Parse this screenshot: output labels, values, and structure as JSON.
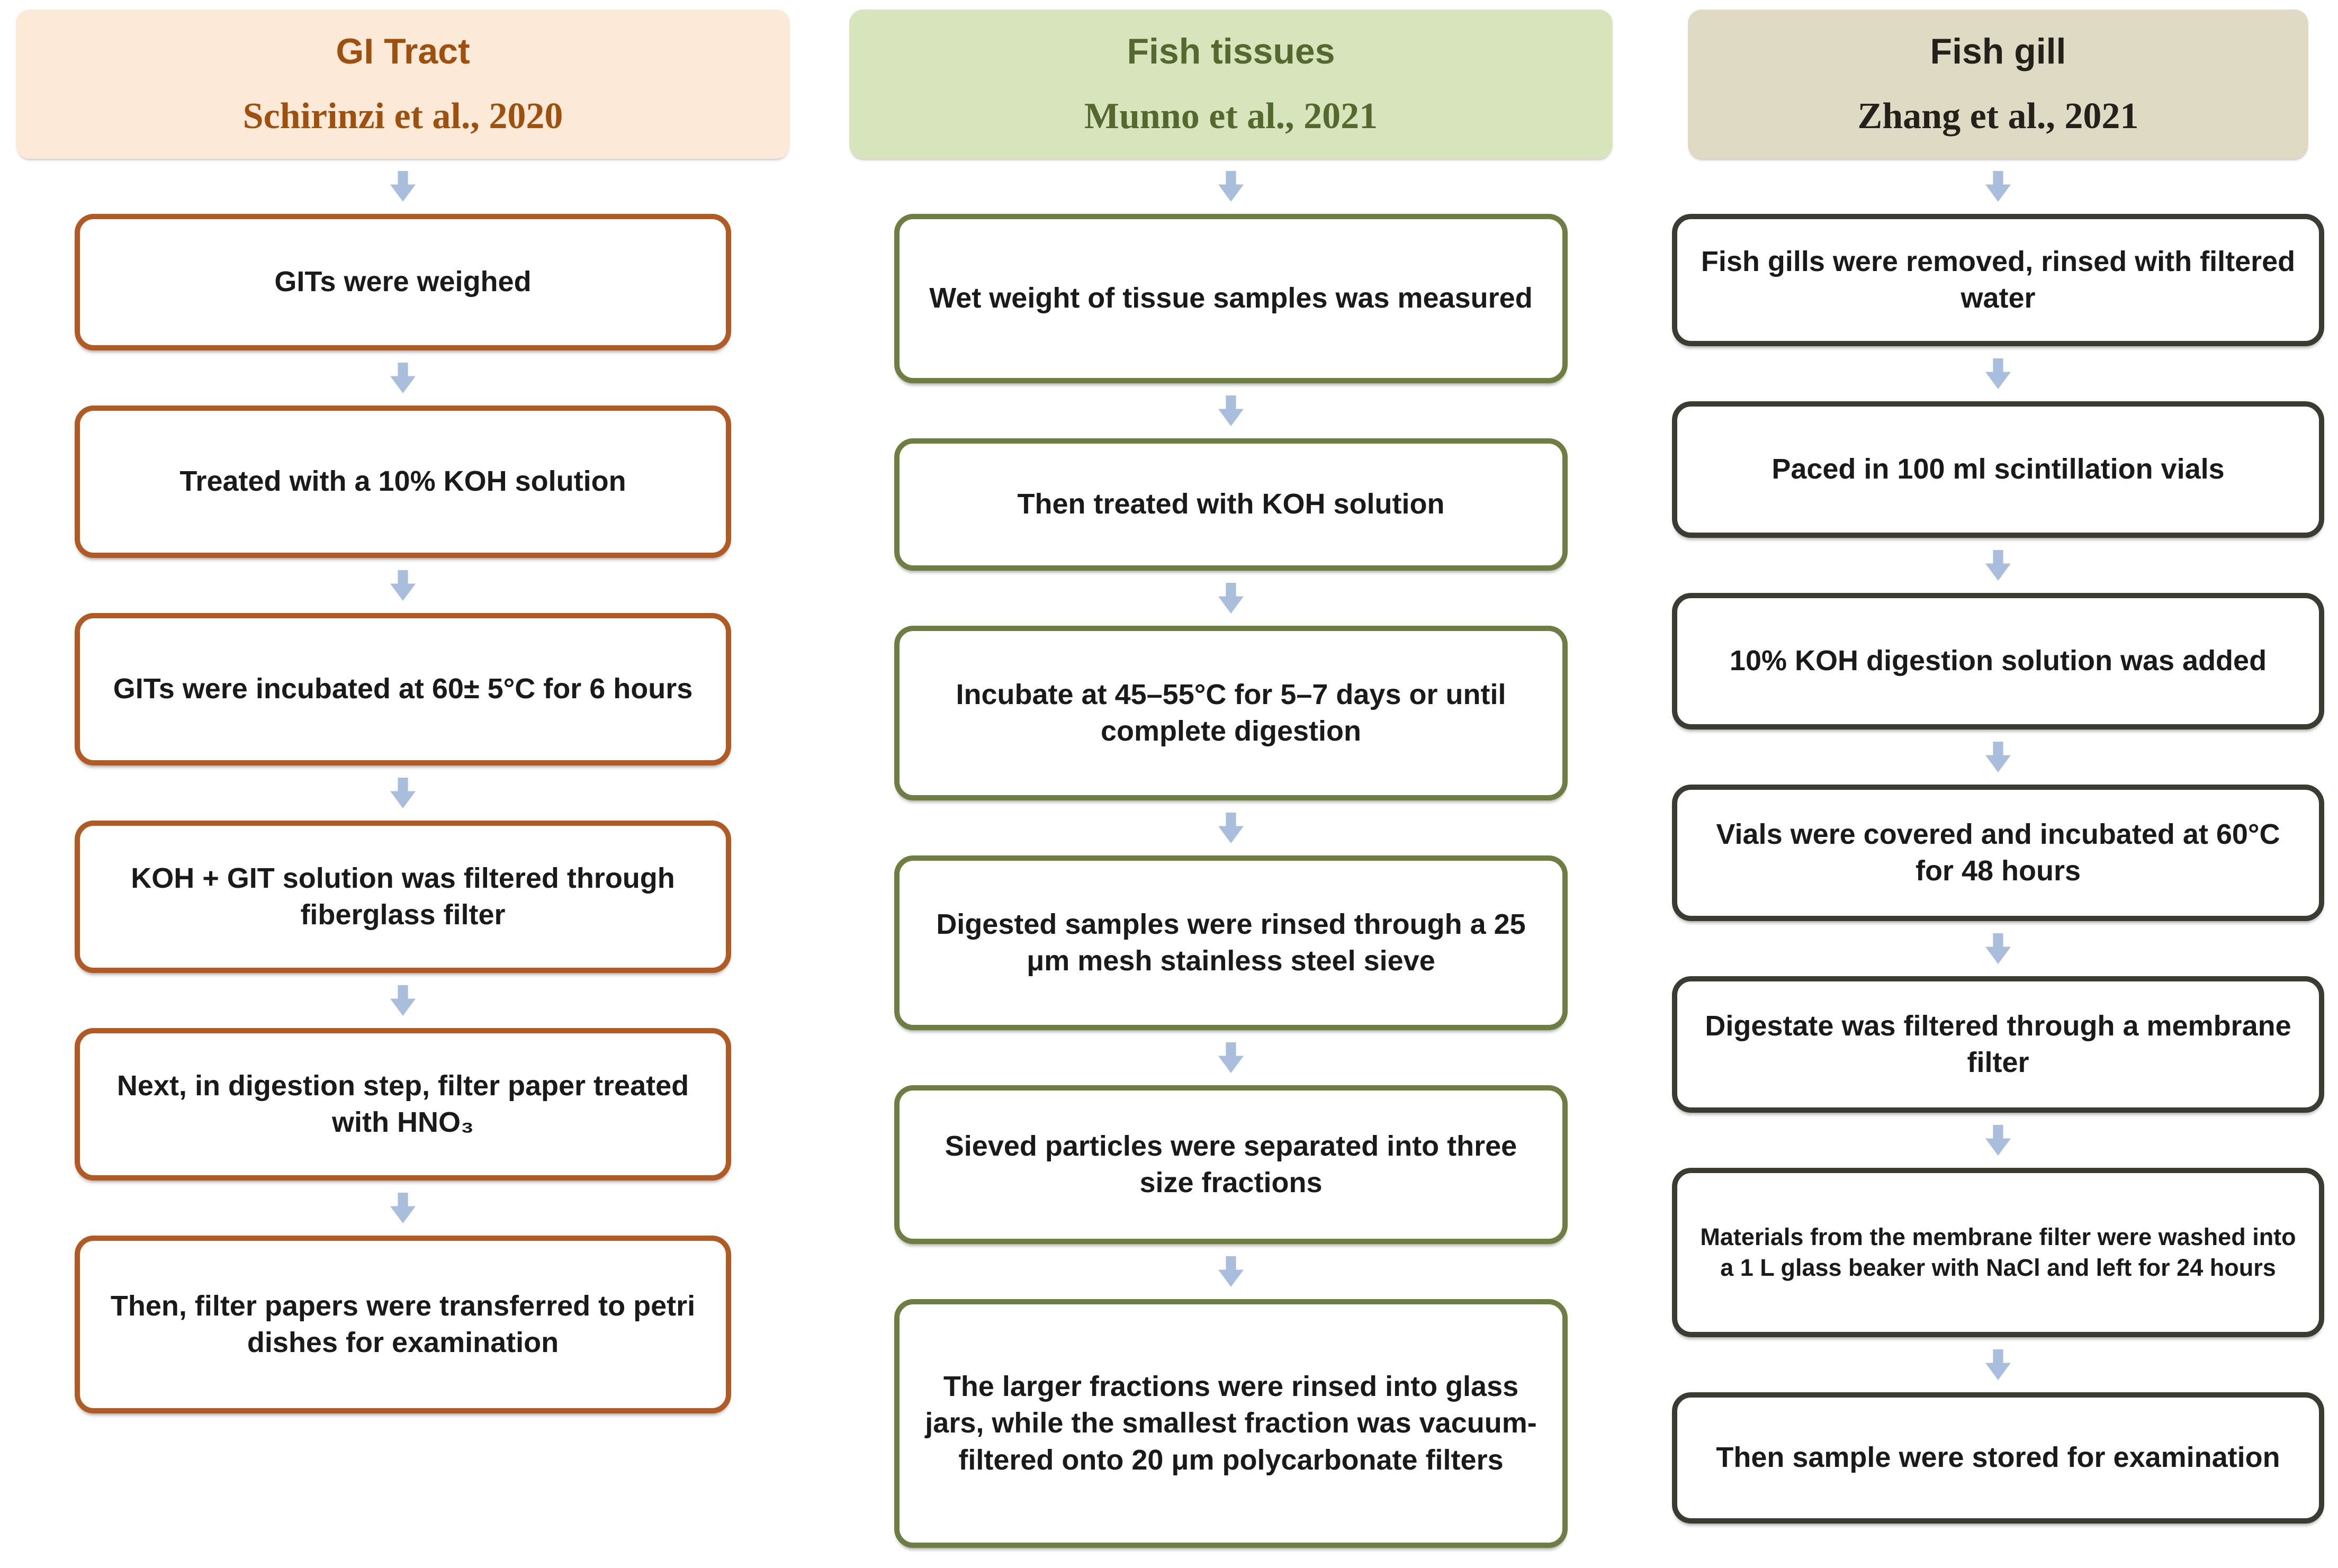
{
  "arrow": {
    "color": "#A9BDDC"
  },
  "columns": [
    {
      "header": {
        "title": "GI Tract",
        "citation": "Schirinzi et al., 2020"
      },
      "colors": {
        "border": "#B15A24",
        "header_bg": "#FCE9D8",
        "text": "#9E500F"
      },
      "steps": [
        "GITs were weighed",
        "Treated with a 10% KOH solution",
        "GITs were incubated at 60± 5°C for 6 hours",
        "KOH + GIT solution was filtered through fiberglass filter",
        "Next, in digestion step, filter paper treated with HNO₃",
        "Then, filter papers were transferred to petri dishes for examination"
      ]
    },
    {
      "header": {
        "title": "Fish tissues",
        "citation": "Munno et al., 2021"
      },
      "colors": {
        "border": "#6E7D42",
        "header_bg": "#D8E4BC",
        "text": "#55682D"
      },
      "steps": [
        "Wet weight of tissue samples was measured",
        "Then treated with KOH solution",
        "Incubate at 45–55°C for 5–7 days or until complete digestion",
        "Digested samples were rinsed through a 25 μm mesh stainless steel sieve",
        "Sieved particles were separated into three size fractions",
        "The larger fractions were rinsed into glass jars, while the smallest fraction was vacuum-filtered onto 20 μm polycarbonate filters"
      ]
    },
    {
      "header": {
        "title": "Fish gill",
        "citation": "Zhang et al., 2021"
      },
      "colors": {
        "border": "#3B3B32",
        "header_bg": "#DEDAC4",
        "text": "#23211A"
      },
      "steps": [
        "Fish gills were removed, rinsed with filtered water",
        "Paced in 100 ml scintillation vials",
        "10% KOH digestion solution was added",
        "Vials were covered and incubated at 60°C for 48 hours",
        "Digestate was filtered through a membrane filter",
        "Materials from the membrane filter were washed into a 1 L glass beaker with NaCl and left for 24 hours",
        "Then sample were stored for examination"
      ]
    }
  ]
}
